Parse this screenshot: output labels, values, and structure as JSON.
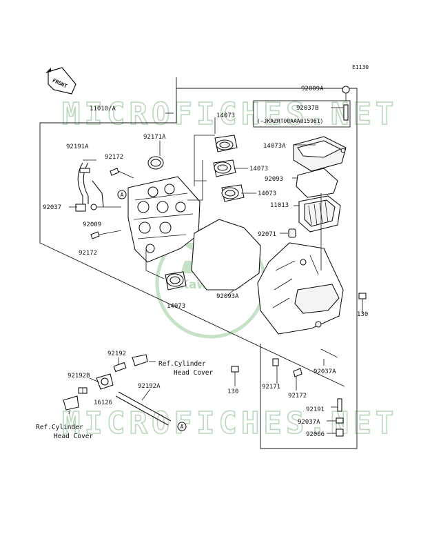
{
  "diagram_code": "E1130",
  "front_label": "FRONT",
  "watermark": {
    "text": "MICROFICHES.NET",
    "logo_word": "Kawasaki"
  },
  "circle_ref": "A",
  "parts": {
    "p11010A": "11010/A",
    "p92009A": "92009A",
    "p92037B": "92037B",
    "vin_note": "(~JKAZRT00AAA015961)",
    "p14073_1": "14073",
    "p14073_2": "14073",
    "p14073_3": "14073",
    "p14073_4": "14073",
    "p14073A": "14073A",
    "p92171A": "92171A",
    "p92191A": "92191A",
    "p92172_1": "92172",
    "p92172_2": "92172",
    "p92172_3": "92172",
    "p92093": "92093",
    "p11013": "11013",
    "p92037": "92037",
    "p92009": "92009",
    "p92071": "92071",
    "p92093A": "92093A",
    "p130_1": "130",
    "p130_2": "130",
    "p92192": "92192",
    "p92192B": "92192B",
    "p92192A": "92192A",
    "p16126": "16126",
    "p92171": "92171",
    "p92037A_1": "92037A",
    "p92037A_2": "92037A",
    "p92191": "92191",
    "p92066": "92066"
  },
  "refs": {
    "ref1_line1": "Ref.Cylinder",
    "ref1_line2": "Head Cover",
    "ref2_line1": "Ref.Cylinder",
    "ref2_line2": "Head Cover"
  }
}
